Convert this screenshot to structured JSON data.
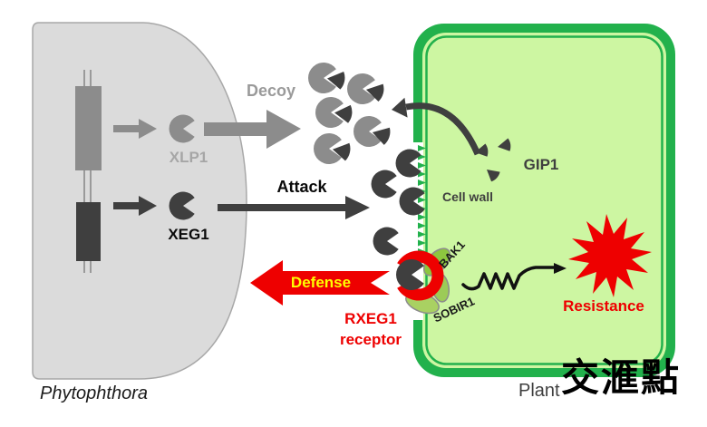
{
  "pathogen": {
    "label": "Phytophthora",
    "xlp1_label": "XLP1",
    "xeg1_label": "XEG1"
  },
  "actions": {
    "decoy_label": "Decoy",
    "attack_label": "Attack",
    "defense_label": "Defense"
  },
  "plant_cell": {
    "label": "Plant",
    "gip1_label": "GIP1",
    "cell_wall_label": "Cell wall",
    "bak1_label": "BAK1",
    "sobir1_label": "SOBIR1",
    "rxeg1_line1": "RXEG1",
    "rxeg1_line2": "receptor",
    "resistance_label": "Resistance"
  },
  "watermark": "交滙點",
  "colors": {
    "pathogen_fill": "#dbdbdb",
    "gray": "#8c8c8c",
    "dark_gray": "#3f3f3f",
    "plant_border_green": "#22b14c",
    "plant_fill_green": "#cdf6a2",
    "red": "#ee0000",
    "defense_text_yellow": "#ffff00",
    "receptor_lobe_green": "#8dc63f"
  }
}
